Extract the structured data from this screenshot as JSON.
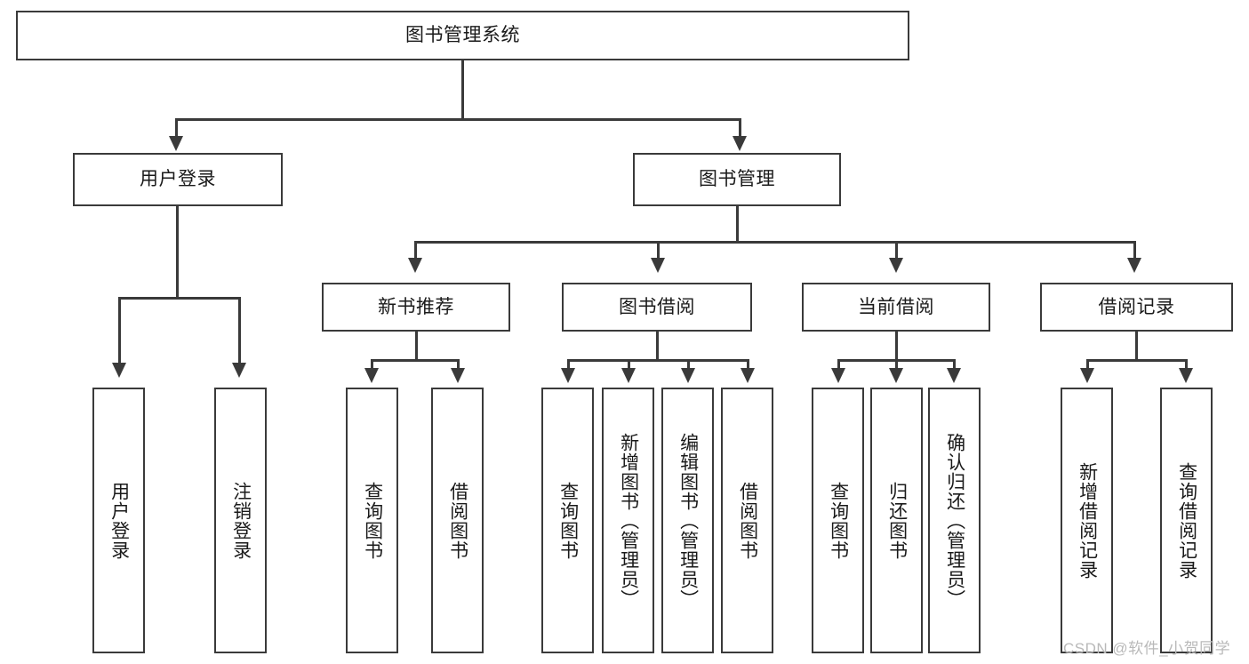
{
  "diagram": {
    "type": "tree",
    "title": "图书管理系统",
    "root": {
      "id": "root",
      "label": "图书管理系统"
    },
    "level2": [
      {
        "id": "user-login",
        "label": "用户登录"
      },
      {
        "id": "book-manage",
        "label": "图书管理"
      }
    ],
    "level3": [
      {
        "id": "new-book-rec",
        "label": "新书推荐",
        "parent": "book-manage"
      },
      {
        "id": "book-borrow",
        "label": "图书借阅",
        "parent": "book-manage"
      },
      {
        "id": "current-borrow",
        "label": "当前借阅",
        "parent": "book-manage"
      },
      {
        "id": "borrow-record",
        "label": "借阅记录",
        "parent": "book-manage"
      }
    ],
    "leaves": {
      "user_login": [
        {
          "id": "leaf-user-login",
          "label": "用户登录"
        },
        {
          "id": "leaf-logout",
          "label": "注销登录"
        }
      ],
      "new_book_rec": [
        {
          "id": "leaf-query-book-1",
          "label": "查询图书"
        },
        {
          "id": "leaf-borrow-book-1",
          "label": "借阅图书"
        }
      ],
      "book_borrow": [
        {
          "id": "leaf-query-book-2",
          "label": "查询图书"
        },
        {
          "id": "leaf-add-book",
          "label": "新增图书（管理员）"
        },
        {
          "id": "leaf-edit-book",
          "label": "编辑图书（管理员）"
        },
        {
          "id": "leaf-borrow-book-2",
          "label": "借阅图书"
        }
      ],
      "current_borrow": [
        {
          "id": "leaf-query-book-3",
          "label": "查询图书"
        },
        {
          "id": "leaf-return-book",
          "label": "归还图书"
        },
        {
          "id": "leaf-confirm-return",
          "label": "确认归还（管理员）"
        }
      ],
      "borrow_record": [
        {
          "id": "leaf-add-record",
          "label": "新增借阅记录"
        },
        {
          "id": "leaf-query-record",
          "label": "查询借阅记录"
        }
      ]
    }
  },
  "watermark": {
    "text": "CSDN @软件_小贺同学"
  },
  "colors": {
    "stroke": "#3a3a3a",
    "text": "#1a1a1a",
    "background": "#ffffff",
    "watermark": "#b9b9b9"
  }
}
